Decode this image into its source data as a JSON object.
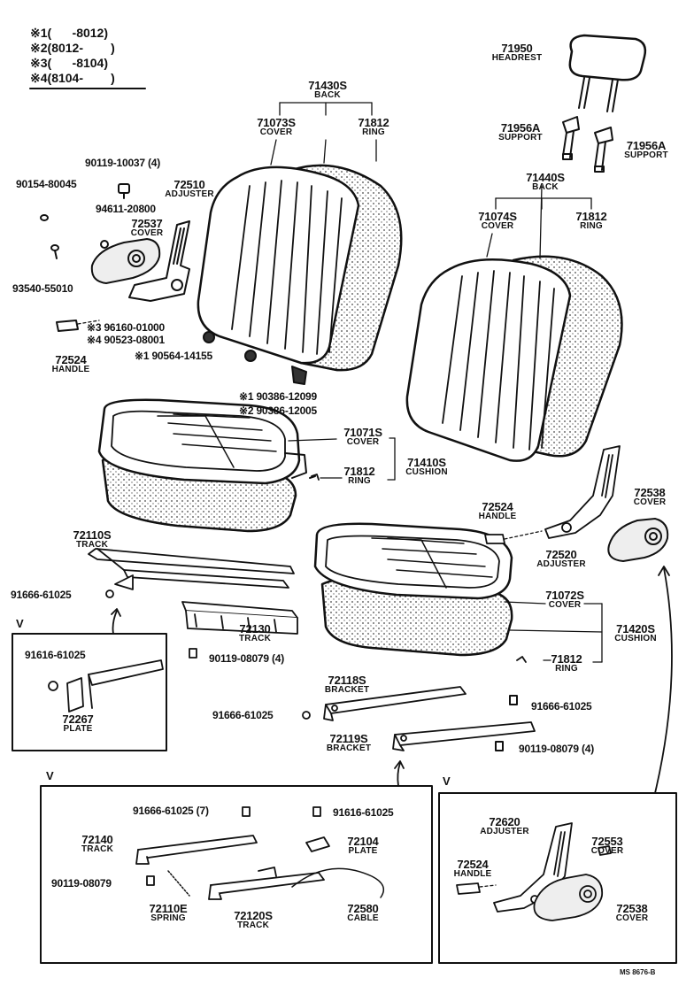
{
  "legend": [
    {
      "mark": "※1",
      "range": "(      -8012)"
    },
    {
      "mark": "※2",
      "range": "(8012-        )"
    },
    {
      "mark": "※3",
      "range": "(      -8104)"
    },
    {
      "mark": "※4",
      "range": "(8104-        )"
    }
  ],
  "parts": {
    "p71950": {
      "no": "71950",
      "name": "HEADREST"
    },
    "p71956a_l": {
      "no": "71956A",
      "name": "SUPPORT"
    },
    "p71956a_r": {
      "no": "71956A",
      "name": "SUPPORT"
    },
    "p71430s": {
      "no": "71430S",
      "name": "BACK"
    },
    "p71073s": {
      "no": "71073S",
      "name": "COVER"
    },
    "p71812_a": {
      "no": "71812",
      "name": "RING"
    },
    "p71440s": {
      "no": "71440S",
      "name": "BACK"
    },
    "p71074s": {
      "no": "71074S",
      "name": "COVER"
    },
    "p71812_b": {
      "no": "71812",
      "name": "RING"
    },
    "p90119_10037": {
      "no": "90119-10037 (4)"
    },
    "p90154_80045": {
      "no": "90154-80045"
    },
    "p72510": {
      "no": "72510",
      "name": "ADJUSTER"
    },
    "p94611_20800": {
      "no": "94611-20800"
    },
    "p72537": {
      "no": "72537",
      "name": "COVER"
    },
    "p93540_55010": {
      "no": "93540-55010"
    },
    "p96160": {
      "no": "※3 96160-01000"
    },
    "p90523": {
      "no": "※4 90523-08001"
    },
    "p90564": {
      "no": "※1 90564-14155"
    },
    "p72524_a": {
      "no": "72524",
      "name": "HANDLE"
    },
    "p90386_a": {
      "no": "※1 90386-12099"
    },
    "p90386_b": {
      "no": "※2 90386-12005"
    },
    "p71071s": {
      "no": "71071S",
      "name": "COVER"
    },
    "p71812_c": {
      "no": "71812",
      "name": "RING"
    },
    "p71410s": {
      "no": "71410S",
      "name": "CUSHION"
    },
    "p72110s": {
      "no": "72110S",
      "name": "TRACK"
    },
    "p91666_a": {
      "no": "91666-61025"
    },
    "p72130": {
      "no": "72130",
      "name": "TRACK"
    },
    "p90119_08079_a": {
      "no": "90119-08079 (4)"
    },
    "p91616_v1": {
      "no": "91616-61025"
    },
    "p72267": {
      "no": "72267",
      "name": "PLATE"
    },
    "p72524_b": {
      "no": "72524",
      "name": "HANDLE"
    },
    "p72538_a": {
      "no": "72538",
      "name": "COVER"
    },
    "p72520": {
      "no": "72520",
      "name": "ADJUSTER"
    },
    "p71072s": {
      "no": "71072S",
      "name": "COVER"
    },
    "p71420s": {
      "no": "71420S",
      "name": "CUSHION"
    },
    "p71812_d": {
      "no": "71812",
      "name": "RING"
    },
    "p72118s": {
      "no": "72118S",
      "name": "BRACKET"
    },
    "p91666_b": {
      "no": "91666-61025"
    },
    "p91666_c": {
      "no": "91666-61025"
    },
    "p72119s": {
      "no": "72119S",
      "name": "BRACKET"
    },
    "p90119_08079_b": {
      "no": "90119-08079 (4)"
    },
    "p91666_v2": {
      "no": "91666-61025 (7)"
    },
    "p91616_v2": {
      "no": "91616-61025"
    },
    "p72140": {
      "no": "72140",
      "name": "TRACK"
    },
    "p72104": {
      "no": "72104",
      "name": "PLATE"
    },
    "p90119_08079_c": {
      "no": "90119-08079"
    },
    "p72110e": {
      "no": "72110E",
      "name": "SPRING"
    },
    "p72120s": {
      "no": "72120S",
      "name": "TRACK"
    },
    "p72580": {
      "no": "72580",
      "name": "CABLE"
    },
    "p72620": {
      "no": "72620",
      "name": "ADJUSTER"
    },
    "p72553": {
      "no": "72553",
      "name": "COVER"
    },
    "p72524_c": {
      "no": "72524",
      "name": "HANDLE"
    },
    "p72538_b": {
      "no": "72538",
      "name": "COVER"
    }
  },
  "view_marks": {
    "v1": "V",
    "v2": "V",
    "v3": "V"
  },
  "drawing_code": "MS 8676-B"
}
